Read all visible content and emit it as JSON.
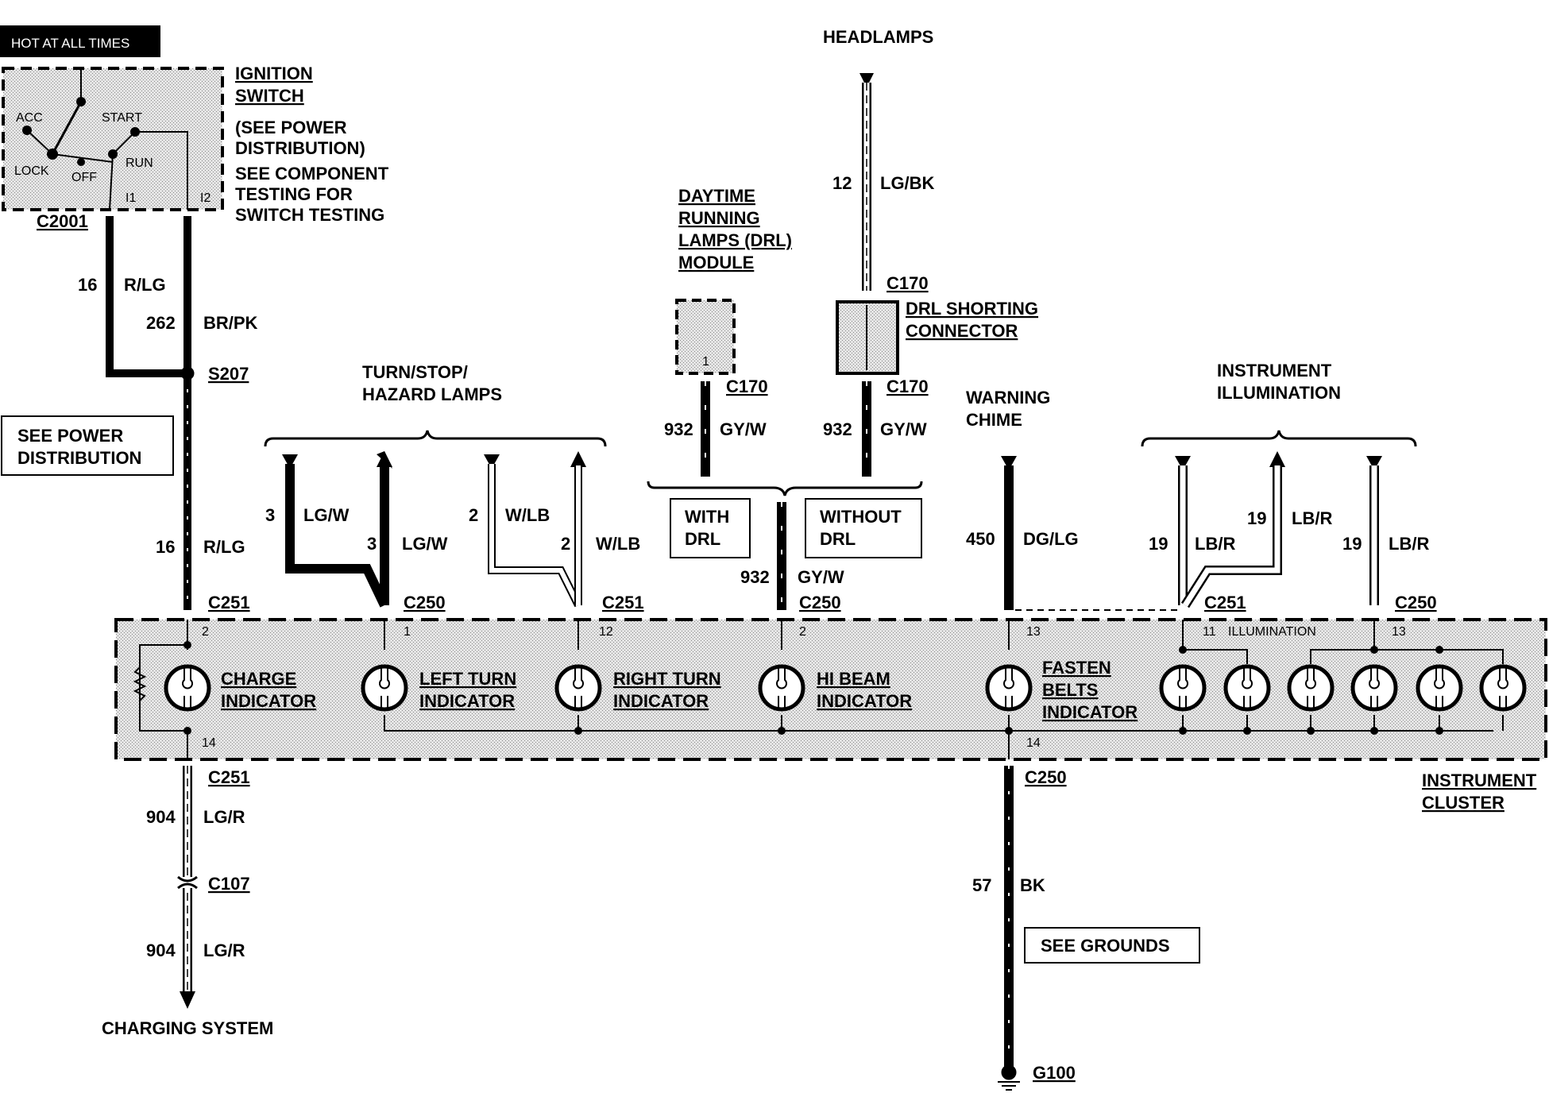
{
  "header": {
    "hot": "HOT AT ALL TIMES"
  },
  "ignition": {
    "title1": "IGNITION",
    "title2": "SWITCH",
    "note1": "(SEE POWER",
    "note2": "DISTRIBUTION)",
    "note3": "SEE COMPONENT",
    "note4": "TESTING FOR",
    "note5": "SWITCH TESTING",
    "pos_acc": "ACC",
    "pos_start": "START",
    "pos_lock": "LOCK",
    "pos_off": "OFF",
    "pos_run": "RUN",
    "pin_i1": "I1",
    "pin_i2": "I2",
    "connector": "C2001"
  },
  "headlamps": {
    "title": "HEADLAMPS",
    "gauge": "12",
    "color": "LG/BK"
  },
  "drl": {
    "title1": "DAYTIME",
    "title2": "RUNNING",
    "title3": "LAMPS (DRL)",
    "title4": "MODULE",
    "pin": "1",
    "shorting1": "DRL SHORTING",
    "shorting2": "CONNECTOR",
    "c170": "C170",
    "gauge": "932",
    "color": "GY/W",
    "with1": "WITH",
    "with2": "DRL",
    "without1": "WITHOUT",
    "without2": "DRL",
    "c250": "C250",
    "pin2": "2"
  },
  "power": {
    "g16": "16",
    "rlg": "R/LG",
    "g262": "262",
    "brpk": "BR/PK",
    "splice": "S207",
    "see1": "SEE POWER",
    "see2": "DISTRIBUTION",
    "c251": "C251",
    "pin2": "2"
  },
  "turn": {
    "title1": "TURN/STOP/",
    "title2": "HAZARD LAMPS",
    "g3": "3",
    "lgw": "LG/W",
    "g2": "2",
    "wlb": "W/LB",
    "c250": "C250",
    "c251": "C251",
    "pin1": "1",
    "pin12": "12"
  },
  "chime": {
    "title1": "WARNING",
    "title2": "CHIME",
    "gauge": "450",
    "color": "DG/LG",
    "pin13": "13"
  },
  "illum": {
    "title1": "INSTRUMENT",
    "title2": "ILLUMINATION",
    "gauge": "19",
    "color": "LB/R",
    "c251": "C251",
    "c250": "C250",
    "pin11": "11",
    "pin13": "13",
    "label": "ILLUMINATION"
  },
  "cluster": {
    "charge1": "CHARGE",
    "charge2": "INDICATOR",
    "left1": "LEFT TURN",
    "left2": "INDICATOR",
    "right1": "RIGHT TURN",
    "right2": "INDICATOR",
    "hi1": "HI BEAM",
    "hi2": "INDICATOR",
    "fasten1": "FASTEN",
    "fasten2": "BELTS",
    "fasten3": "INDICATOR",
    "title1": "INSTRUMENT",
    "title2": "CLUSTER",
    "pin14": "14"
  },
  "charging": {
    "c251": "C251",
    "g904": "904",
    "lgr": "LG/R",
    "c107": "C107",
    "title": "CHARGING SYSTEM"
  },
  "ground": {
    "c250": "C250",
    "g57": "57",
    "bk": "BK",
    "see": "SEE GROUNDS",
    "g100": "G100"
  },
  "colors": {
    "line": "#000000",
    "shade": "#d8d8d8"
  }
}
